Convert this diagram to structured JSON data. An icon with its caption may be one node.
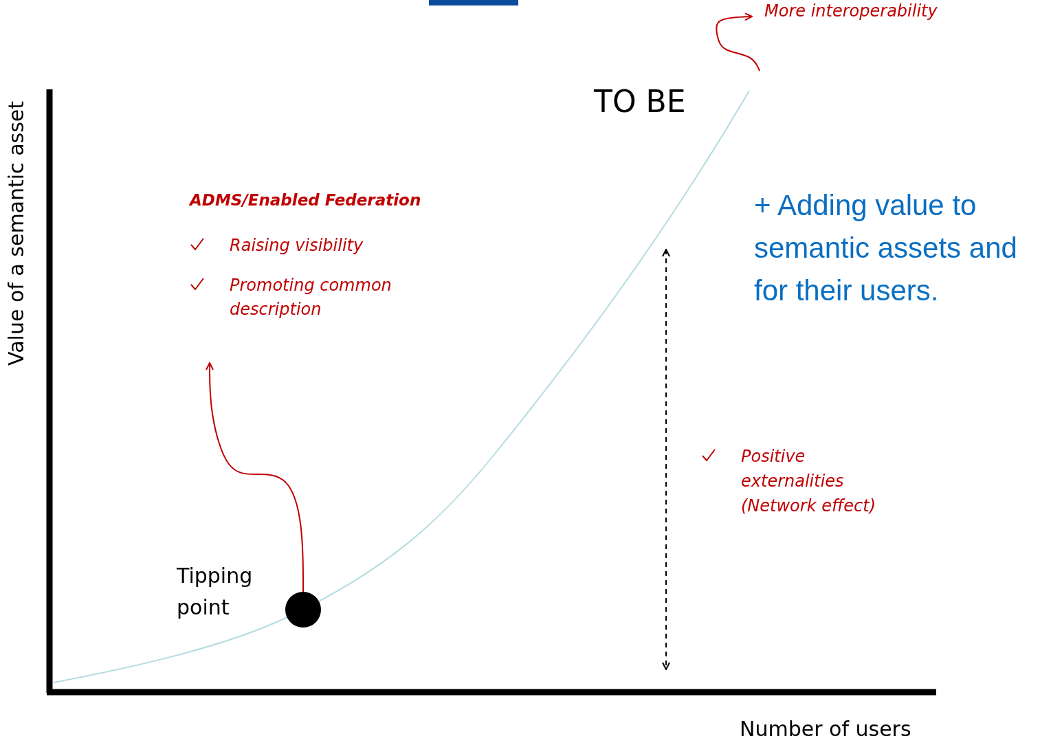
{
  "diagram": {
    "nodes": [
      {
        "text": [],
        "shape": "circle",
        "beside": [
          "Tipping point"
        ]
      },
      {
        "text": [
          "ADMS/Enabled Federation",
          "Raising visibility",
          "Promoting common description"
        ]
      },
      {
        "text": [
          "More interoperability"
        ]
      }
    ],
    "edges": [
      {
        "from": 0,
        "to": 1,
        "arrow": "to"
      },
      {
        "from": null,
        "to": 2,
        "arrow": "to"
      }
    ],
    "labels": [
      "TO BE",
      "+ Adding value to semantic assets and for their users.",
      "Positive externalities (Network effect)",
      "Value of a semantic asset",
      "Number of users"
    ]
  }
}
